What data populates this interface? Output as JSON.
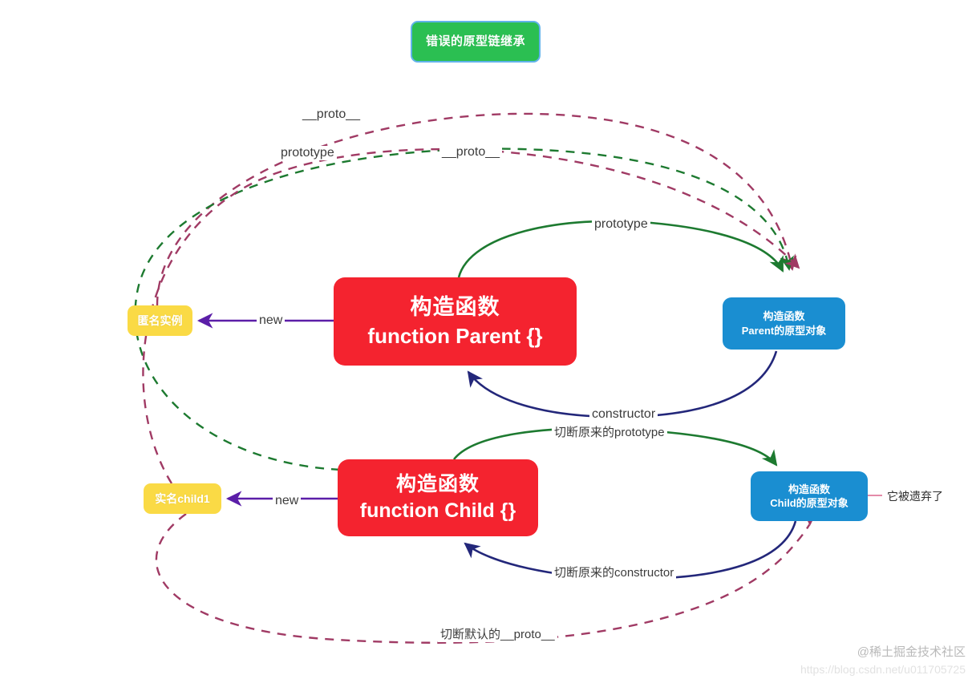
{
  "diagram": {
    "title": "错误的原型链继承",
    "background": "#ffffff",
    "colors": {
      "title_fill": "#2bbf52",
      "title_border": "#61b2ea",
      "constructor_fill": "#f4232f",
      "prototype_fill": "#1a8ed1",
      "instance_fill": "#fada45",
      "proto_link": "#a03a64",
      "prototype_link": "#1d7a30",
      "constructor_link": "#23277a",
      "new_link": "#5b1ea8",
      "note_link": "#e48aa8"
    }
  },
  "nodes": {
    "parent": {
      "line1": "构造函数",
      "line2": "function Parent {}"
    },
    "child": {
      "line1": "构造函数",
      "line2": "function Child {}"
    },
    "parent_prototype": {
      "line1": "构造函数",
      "line2": "Parent的原型对象"
    },
    "child_prototype": {
      "line1": "构造函数",
      "line2": "Child的原型对象"
    },
    "anonymous_instance": {
      "label": "匿名实例"
    },
    "named_child": {
      "label": "实名child1"
    }
  },
  "edges": [
    {
      "id": "proto-top",
      "label": "__proto__",
      "style": "dashed",
      "color": "#a03a64"
    },
    {
      "id": "prototype-outer",
      "label": "prototype",
      "style": "dashed",
      "color": "#1d7a30"
    },
    {
      "id": "proto-mid",
      "label": "__proto__",
      "style": "dashed",
      "color": "#a03a64"
    },
    {
      "id": "parent-prototype",
      "label": "prototype",
      "style": "solid",
      "color": "#1d7a30"
    },
    {
      "id": "parent-constructor",
      "label": "constructor",
      "style": "solid",
      "color": "#23277a"
    },
    {
      "id": "cut-prototype",
      "label": "切断原来的prototype",
      "style": "solid",
      "color": "#1d7a30"
    },
    {
      "id": "cut-constructor",
      "label": "切断原来的constructor",
      "style": "solid",
      "color": "#23277a"
    },
    {
      "id": "cut-default-proto",
      "label": "切断默认的__proto__",
      "style": "dashed",
      "color": "#a03a64"
    },
    {
      "id": "new-parent",
      "label": "new",
      "style": "solid",
      "color": "#5b1ea8"
    },
    {
      "id": "new-child",
      "label": "new",
      "style": "solid",
      "color": "#5b1ea8"
    }
  ],
  "notes": {
    "abandoned": "它被遗弃了"
  },
  "watermark": {
    "account": "@稀土掘金技术社区",
    "url": "https://blog.csdn.net/u011705725"
  }
}
